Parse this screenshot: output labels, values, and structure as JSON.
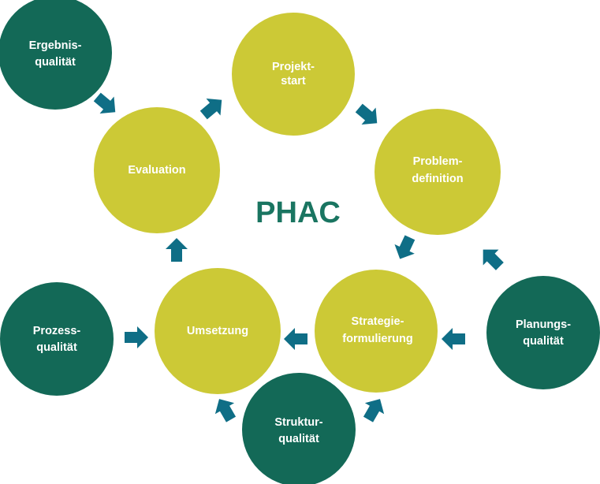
{
  "title": "PHAC",
  "colors": {
    "phase": "#ccc936",
    "quality": "#136957",
    "arrow": "#0f6e86",
    "title": "#1a7561",
    "label": "#ffffff"
  },
  "phases": {
    "projektstart": [
      "Projekt-",
      "start"
    ],
    "problemdefinition": [
      "Problem-",
      "definition"
    ],
    "strategieformulierung": [
      "Strategie-",
      "formulierung"
    ],
    "umsetzung": [
      "Umsetzung"
    ],
    "evaluation": [
      "Evaluation"
    ]
  },
  "qualities": {
    "ergebnisqualitaet": [
      "Ergebnis-",
      "qualität"
    ],
    "planungsqualitaet": [
      "Planungs-",
      "qualität"
    ],
    "strukturqualitaet": [
      "Struktur-",
      "qualität"
    ],
    "prozessqualitaet": [
      "Prozess-",
      "qualität"
    ]
  }
}
